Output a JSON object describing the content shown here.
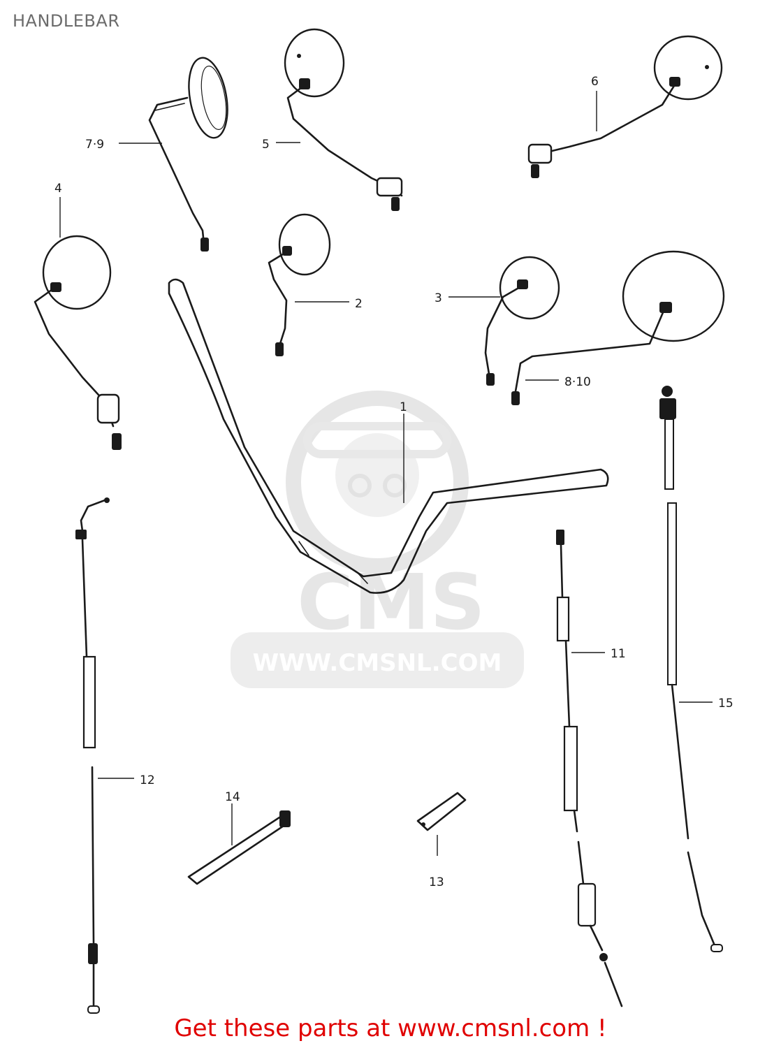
{
  "header": {
    "title": "HANDLEBAR"
  },
  "watermark": {
    "brand": "CMS",
    "url": "WWW.CMSNL.COM"
  },
  "callouts": {
    "c1": "1",
    "c2": "2",
    "c3": "3",
    "c4": "4",
    "c5": "5",
    "c6": "6",
    "c7_9": "7·9",
    "c8_10": "8·10",
    "c11": "11",
    "c12": "12",
    "c13": "13",
    "c14": "14",
    "c15": "15"
  },
  "footer": {
    "text": "Get these parts at www.cmsnl.com !"
  },
  "colors": {
    "footer_text": "#e00000",
    "title_text": "#6b6b6b",
    "line_art": "#1a1a1a",
    "watermark": "#e6e6e6"
  }
}
